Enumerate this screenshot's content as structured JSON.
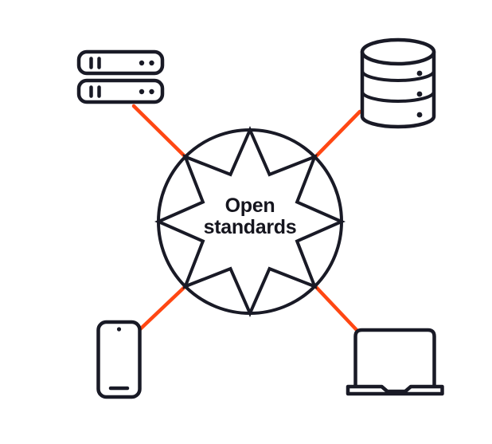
{
  "diagram": {
    "hub": {
      "label": "Open standards",
      "label_line1": "Open",
      "label_line2": "standards",
      "shape": "eight-point-star-inside-circle"
    },
    "nodes": [
      {
        "id": "server-stack",
        "icon": "server-stack-icon",
        "position": "top-left"
      },
      {
        "id": "database",
        "icon": "database-icon",
        "position": "top-right"
      },
      {
        "id": "smartphone",
        "icon": "smartphone-icon",
        "position": "bottom-left"
      },
      {
        "id": "laptop",
        "icon": "laptop-icon",
        "position": "bottom-right"
      }
    ],
    "connectors": [
      {
        "from": "server-stack",
        "to": "hub"
      },
      {
        "from": "database",
        "to": "hub"
      },
      {
        "from": "smartphone",
        "to": "hub"
      },
      {
        "from": "laptop",
        "to": "hub"
      }
    ],
    "colors": {
      "outline": "#191a26",
      "connector": "#ff4713",
      "background": "#ffffff",
      "text": "#15151e"
    }
  }
}
